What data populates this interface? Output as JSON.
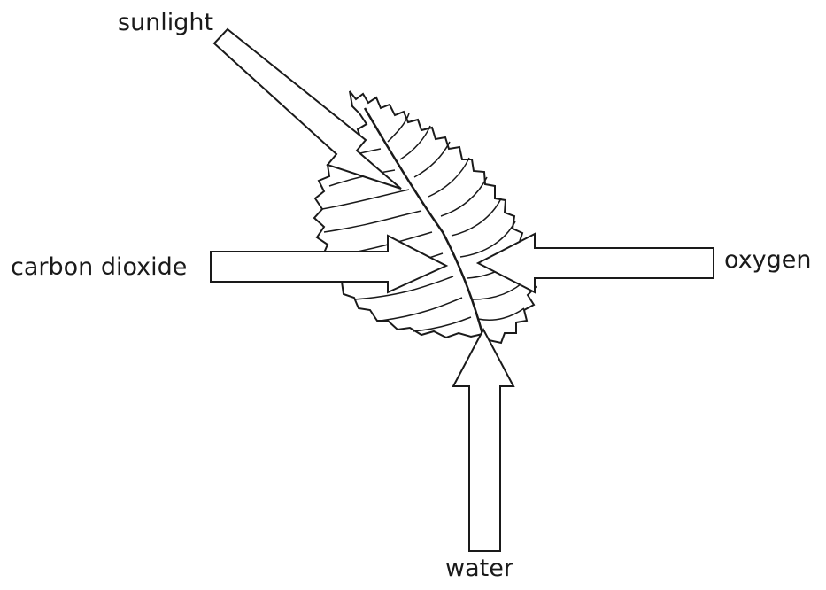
{
  "diagram": {
    "labels": {
      "sunlight": "sunlight",
      "carbon_dioxide": "carbon dioxide",
      "oxygen": "oxygen",
      "water": "water"
    },
    "colors": {
      "stroke": "#1a1a1a",
      "arrow_fill": "#ffffff",
      "leaf_fill": "#ffffff"
    }
  }
}
